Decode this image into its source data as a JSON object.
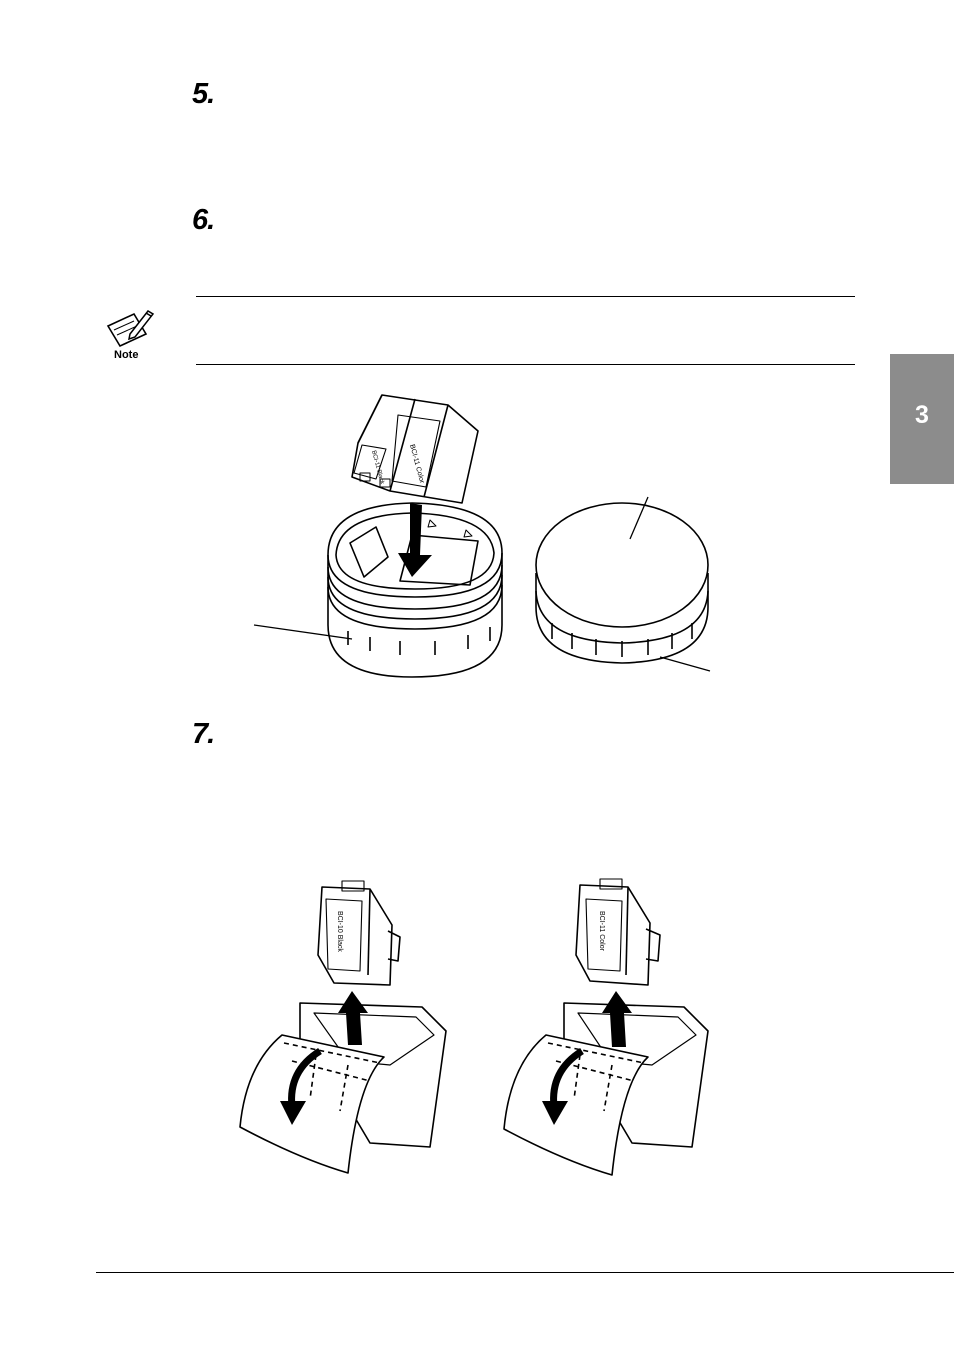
{
  "steps": [
    {
      "number": "5."
    },
    {
      "number": "6."
    },
    {
      "number": "7."
    }
  ],
  "note": {
    "label": "Note",
    "icon": "note-pencil-icon"
  },
  "chapter_tab": {
    "label": "3",
    "color": "#8c8c8c"
  },
  "figure_cartridge_case": {
    "cartridge_labels": {
      "black_cartridge": "BCI-11 Black",
      "color_cartridge": "BCI-11 Color"
    }
  },
  "figure_unpack": {
    "left_cartridge_label": "BCI-10 Black",
    "right_cartridge_label": "BCI-11 Color"
  }
}
